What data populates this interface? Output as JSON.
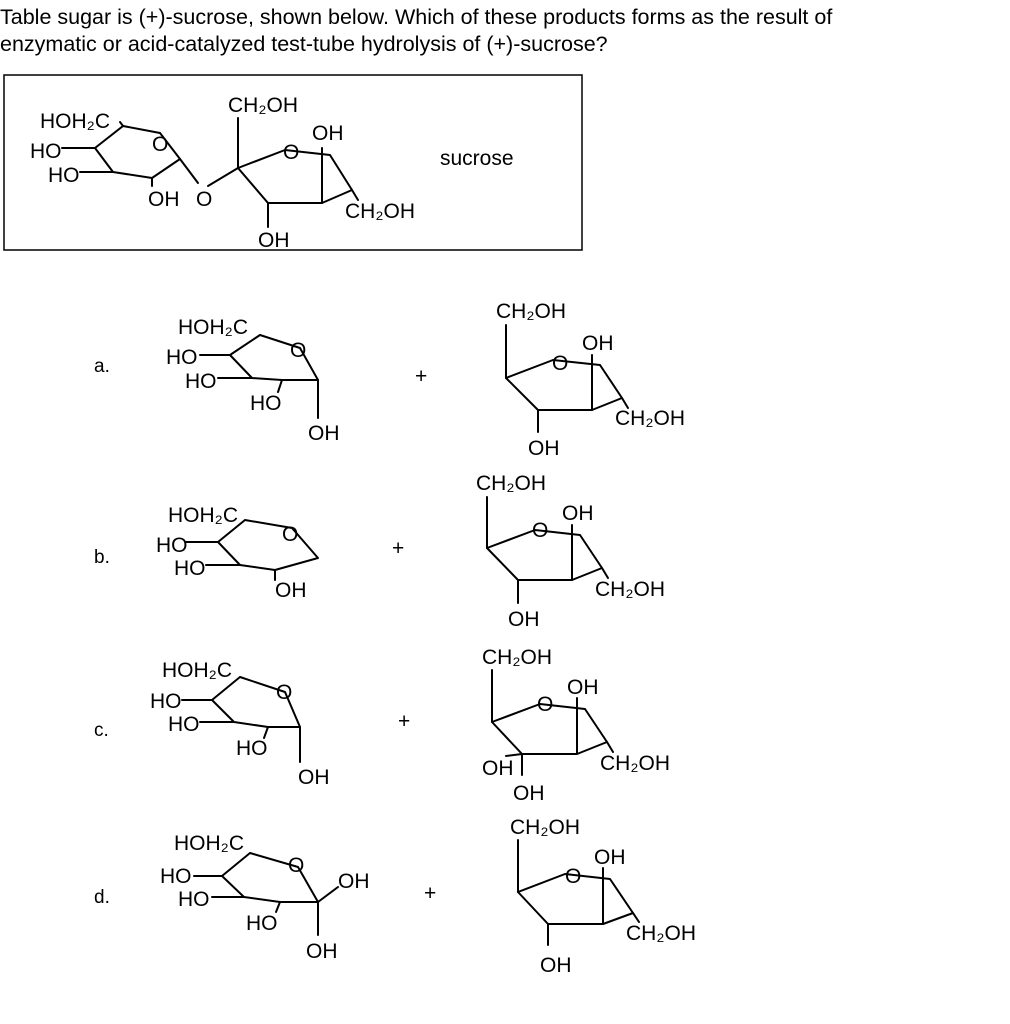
{
  "question": {
    "line1": "Table sugar is (+)-sucrose, shown below. Which of these products forms as the result of",
    "line2": "enzymatic or acid-catalyzed test-tube hydrolysis of (+)-sucrose?"
  },
  "sucrose_label": "sucrose",
  "groups": {
    "ch2oh": "CH₂OH",
    "hoh2c": "HOH₂C",
    "ho": "HO",
    "oh": "OH",
    "o": "O",
    "plus": "+"
  },
  "options": {
    "a": "a.",
    "b": "b.",
    "c": "c.",
    "d": "d."
  }
}
